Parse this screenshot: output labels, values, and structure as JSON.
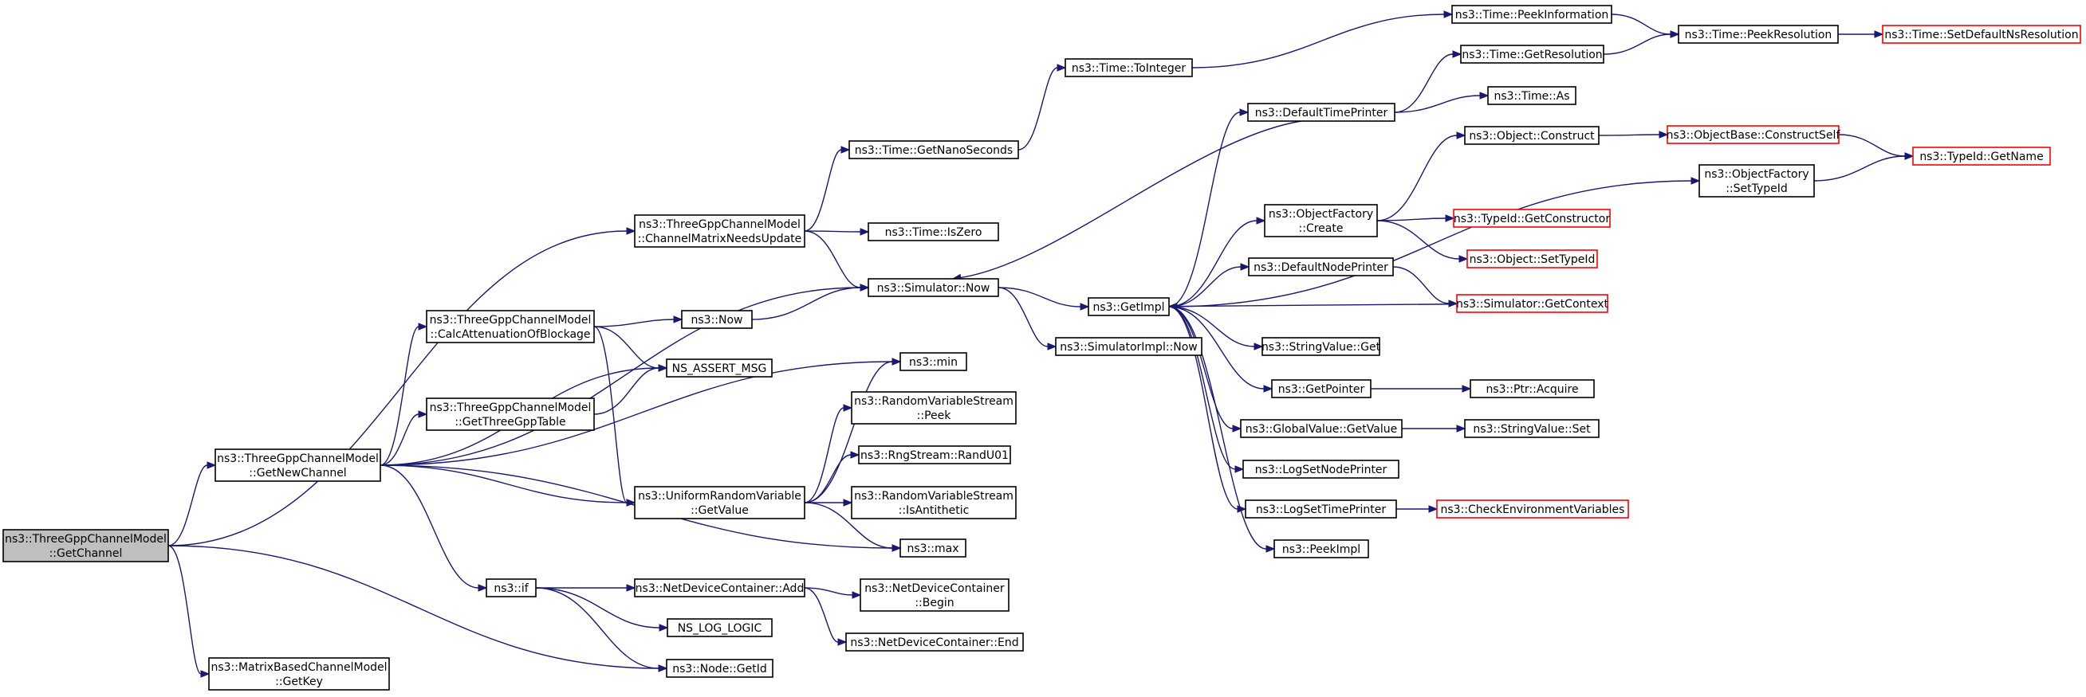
{
  "graph": {
    "colors": {
      "edge": "#191970",
      "node_border": "#000000",
      "truncated_border": "#ff0000",
      "root_fill": "#bfbfbf"
    },
    "nodes": [
      {
        "id": "getchannel",
        "lines": [
          "ns3::ThreeGppChannelModel",
          "::GetChannel"
        ],
        "root": true
      },
      {
        "id": "getkey",
        "lines": [
          "ns3::MatrixBasedChannelModel",
          "::GetKey"
        ]
      },
      {
        "id": "getnewchannel",
        "lines": [
          "ns3::ThreeGppChannelModel",
          "::GetNewChannel"
        ]
      },
      {
        "id": "channelmatrixneedsupdate",
        "lines": [
          "ns3::ThreeGppChannelModel",
          "::ChannelMatrixNeedsUpdate"
        ]
      },
      {
        "id": "calcattenuation",
        "lines": [
          "ns3::ThreeGppChannelModel",
          "::CalcAttenuationOfBlockage"
        ]
      },
      {
        "id": "getthreegpptable",
        "lines": [
          "ns3::ThreeGppChannelModel",
          "::GetThreeGppTable"
        ]
      },
      {
        "id": "ns3if",
        "lines": [
          "ns3::if"
        ]
      },
      {
        "id": "ns3now",
        "lines": [
          "ns3::Now"
        ]
      },
      {
        "id": "nsassertmsg",
        "lines": [
          "NS_ASSERT_MSG"
        ]
      },
      {
        "id": "uniformgetvalue",
        "lines": [
          "ns3::UniformRandomVariable",
          "::GetValue"
        ]
      },
      {
        "id": "ndcadd",
        "lines": [
          "ns3::NetDeviceContainer::Add"
        ]
      },
      {
        "id": "nsloglogic",
        "lines": [
          "NS_LOG_LOGIC"
        ]
      },
      {
        "id": "nodegetid",
        "lines": [
          "ns3::Node::GetId"
        ]
      },
      {
        "id": "timegetnanoseconds",
        "lines": [
          "ns3::Time::GetNanoSeconds"
        ]
      },
      {
        "id": "timeiszero",
        "lines": [
          "ns3::Time::IsZero"
        ]
      },
      {
        "id": "simulatornow",
        "lines": [
          "ns3::Simulator::Now"
        ]
      },
      {
        "id": "ns3min",
        "lines": [
          "ns3::min"
        ]
      },
      {
        "id": "rvspeek",
        "lines": [
          "ns3::RandomVariableStream",
          "::Peek"
        ]
      },
      {
        "id": "rngrandu01",
        "lines": [
          "ns3::RngStream::RandU01"
        ]
      },
      {
        "id": "rvsisantithetic",
        "lines": [
          "ns3::RandomVariableStream",
          "::IsAntithetic"
        ]
      },
      {
        "id": "ns3max",
        "lines": [
          "ns3::max"
        ]
      },
      {
        "id": "ndcbegin",
        "lines": [
          "ns3::NetDeviceContainer",
          "::Begin"
        ]
      },
      {
        "id": "ndcend",
        "lines": [
          "ns3::NetDeviceContainer::End"
        ]
      },
      {
        "id": "timetointeger",
        "lines": [
          "ns3::Time::ToInteger"
        ]
      },
      {
        "id": "getimpl",
        "lines": [
          "ns3::GetImpl"
        ]
      },
      {
        "id": "simulatorimplnow",
        "lines": [
          "ns3::SimulatorImpl::Now"
        ]
      },
      {
        "id": "defaulttimeprinter",
        "lines": [
          "ns3::DefaultTimePrinter"
        ]
      },
      {
        "id": "objectfactorycreate",
        "lines": [
          "ns3::ObjectFactory",
          "::Create"
        ]
      },
      {
        "id": "defaultnodeprinter",
        "lines": [
          "ns3::DefaultNodePrinter"
        ]
      },
      {
        "id": "stringvalueget",
        "lines": [
          "ns3::StringValue::Get"
        ]
      },
      {
        "id": "getpointer",
        "lines": [
          "ns3::GetPointer"
        ]
      },
      {
        "id": "globalvaluegetvalue",
        "lines": [
          "ns3::GlobalValue::GetValue"
        ]
      },
      {
        "id": "logsetnodeprinter",
        "lines": [
          "ns3::LogSetNodePrinter"
        ]
      },
      {
        "id": "logsettimeprinter",
        "lines": [
          "ns3::LogSetTimePrinter"
        ]
      },
      {
        "id": "peekimpl",
        "lines": [
          "ns3::PeekImpl"
        ]
      },
      {
        "id": "timepeekinformation",
        "lines": [
          "ns3::Time::PeekInformation"
        ]
      },
      {
        "id": "timegetresolution",
        "lines": [
          "ns3::Time::GetResolution"
        ]
      },
      {
        "id": "timeas",
        "lines": [
          "ns3::Time::As"
        ]
      },
      {
        "id": "objectconstruct",
        "lines": [
          "ns3::Object::Construct"
        ]
      },
      {
        "id": "typeidgetconstructor",
        "lines": [
          "ns3::TypeId::GetConstructor"
        ],
        "truncated": true
      },
      {
        "id": "objectsettypeid",
        "lines": [
          "ns3::Object::SetTypeId"
        ],
        "truncated": true
      },
      {
        "id": "simulatorgetcontext",
        "lines": [
          "ns3::Simulator::GetContext"
        ],
        "truncated": true
      },
      {
        "id": "ptracquire",
        "lines": [
          "ns3::Ptr::Acquire"
        ]
      },
      {
        "id": "stringvalueset",
        "lines": [
          "ns3::StringValue::Set"
        ]
      },
      {
        "id": "checkenvvars",
        "lines": [
          "ns3::CheckEnvironmentVariables"
        ],
        "truncated": true
      },
      {
        "id": "timepeekresolution",
        "lines": [
          "ns3::Time::PeekResolution"
        ]
      },
      {
        "id": "objectbaseconstructself",
        "lines": [
          "ns3::ObjectBase::ConstructSelf"
        ],
        "truncated": true
      },
      {
        "id": "objectfactorysettypeid",
        "lines": [
          "ns3::ObjectFactory",
          "::SetTypeId"
        ]
      },
      {
        "id": "timesetdefaultnsres",
        "lines": [
          "ns3::Time::SetDefaultNsResolution"
        ],
        "truncated": true
      },
      {
        "id": "typeidgetname",
        "lines": [
          "ns3::TypeId::GetName"
        ],
        "truncated": true
      }
    ],
    "edges": [
      [
        "getchannel",
        "getkey"
      ],
      [
        "getchannel",
        "getnewchannel"
      ],
      [
        "getchannel",
        "channelmatrixneedsupdate"
      ],
      [
        "getchannel",
        "nodegetid"
      ],
      [
        "getnewchannel",
        "calcattenuation"
      ],
      [
        "getnewchannel",
        "getthreegpptable"
      ],
      [
        "getnewchannel",
        "ns3if"
      ],
      [
        "getnewchannel",
        "nsassertmsg"
      ],
      [
        "getnewchannel",
        "uniformgetvalue"
      ],
      [
        "getnewchannel",
        "simulatornow"
      ],
      [
        "getnewchannel",
        "ns3min"
      ],
      [
        "getnewchannel",
        "ns3max"
      ],
      [
        "channelmatrixneedsupdate",
        "timegetnanoseconds"
      ],
      [
        "channelmatrixneedsupdate",
        "timeiszero"
      ],
      [
        "channelmatrixneedsupdate",
        "simulatornow"
      ],
      [
        "calcattenuation",
        "ns3now"
      ],
      [
        "calcattenuation",
        "nsassertmsg"
      ],
      [
        "calcattenuation",
        "uniformgetvalue"
      ],
      [
        "getthreegpptable",
        "nsassertmsg"
      ],
      [
        "ns3if",
        "ndcadd"
      ],
      [
        "ns3if",
        "nsloglogic"
      ],
      [
        "ns3if",
        "nodegetid"
      ],
      [
        "ns3now",
        "simulatornow"
      ],
      [
        "uniformgetvalue",
        "ns3min"
      ],
      [
        "uniformgetvalue",
        "rvspeek"
      ],
      [
        "uniformgetvalue",
        "rngrandu01"
      ],
      [
        "uniformgetvalue",
        "rvsisantithetic"
      ],
      [
        "uniformgetvalue",
        "ns3max"
      ],
      [
        "ndcadd",
        "ndcbegin"
      ],
      [
        "ndcadd",
        "ndcend"
      ],
      [
        "timegetnanoseconds",
        "timetointeger"
      ],
      [
        "simulatornow",
        "getimpl"
      ],
      [
        "simulatornow",
        "simulatorimplnow"
      ],
      [
        "timetointeger",
        "timepeekinformation"
      ],
      [
        "getimpl",
        "defaulttimeprinter"
      ],
      [
        "getimpl",
        "objectfactorycreate"
      ],
      [
        "getimpl",
        "defaultnodeprinter"
      ],
      [
        "getimpl",
        "stringvalueget"
      ],
      [
        "getimpl",
        "getpointer"
      ],
      [
        "getimpl",
        "globalvaluegetvalue"
      ],
      [
        "getimpl",
        "logsetnodeprinter"
      ],
      [
        "getimpl",
        "logsettimeprinter"
      ],
      [
        "getimpl",
        "peekimpl"
      ],
      [
        "getimpl",
        "objectfactorysettypeid"
      ],
      [
        "defaulttimeprinter",
        "simulatornow"
      ],
      [
        "defaulttimeprinter",
        "timegetresolution"
      ],
      [
        "defaulttimeprinter",
        "timeas"
      ],
      [
        "objectfactorycreate",
        "objectconstruct"
      ],
      [
        "objectfactorycreate",
        "typeidgetconstructor"
      ],
      [
        "objectfactorycreate",
        "objectsettypeid"
      ],
      [
        "defaultnodeprinter",
        "simulatorgetcontext"
      ],
      [
        "simulatorgetcontext",
        "getimpl"
      ],
      [
        "getpointer",
        "ptracquire"
      ],
      [
        "globalvaluegetvalue",
        "stringvalueset"
      ],
      [
        "logsettimeprinter",
        "checkenvvars"
      ],
      [
        "timepeekinformation",
        "timepeekresolution"
      ],
      [
        "timegetresolution",
        "timepeekresolution"
      ],
      [
        "objectconstruct",
        "objectbaseconstructself"
      ],
      [
        "timepeekresolution",
        "timesetdefaultnsres"
      ],
      [
        "objectbaseconstructself",
        "typeidgetname"
      ],
      [
        "objectfactorysettypeid",
        "typeidgetname"
      ]
    ]
  }
}
